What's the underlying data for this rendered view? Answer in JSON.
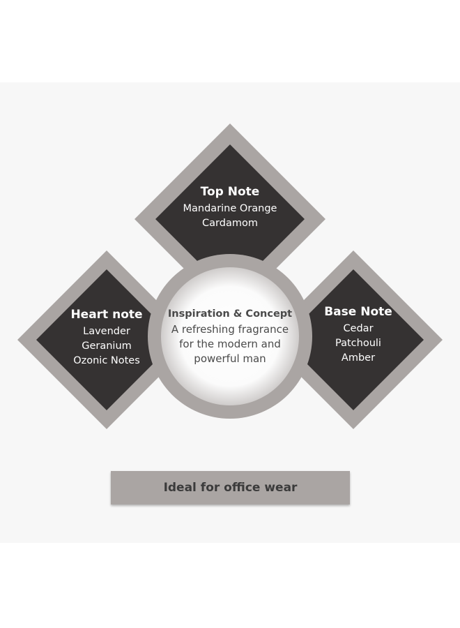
{
  "colors": {
    "frame": "#aaa5a3",
    "diamond_fill": "#353232",
    "center_fill": "#ffffff",
    "text_light": "#ffffff",
    "text_dark": "#4a4a4a",
    "background": "#f7f7f7"
  },
  "top_note": {
    "title": "Top Note",
    "items": [
      "Mandarine Orange",
      "Cardamom"
    ]
  },
  "heart_note": {
    "title": "Heart note",
    "items": [
      "Lavender",
      "Geranium",
      "Ozonic Notes"
    ]
  },
  "base_note": {
    "title": "Base Note",
    "items": [
      "Cedar",
      "Patchouli",
      "Amber"
    ]
  },
  "center": {
    "title": "Inspiration & Concept",
    "lines": [
      "A refreshing fragrance",
      "for the modern and",
      "powerful man"
    ]
  },
  "banner": {
    "text": "Ideal for office wear"
  }
}
